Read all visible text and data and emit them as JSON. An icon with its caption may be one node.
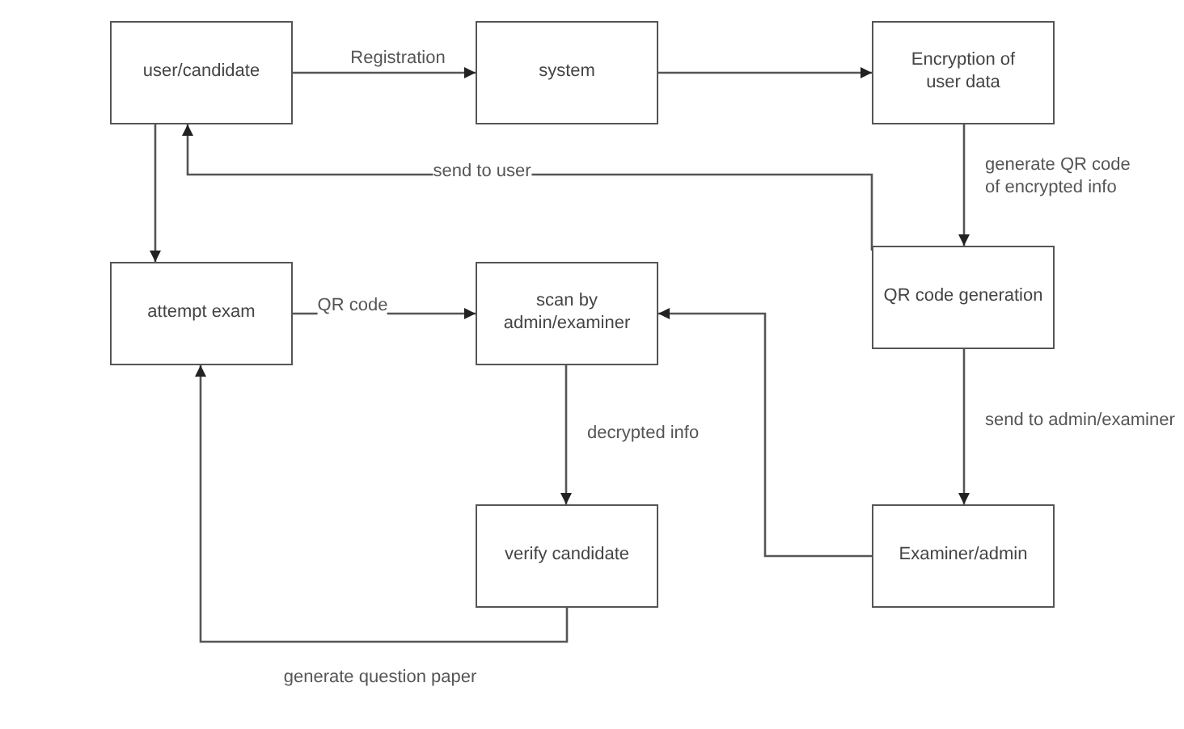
{
  "diagram": {
    "nodes": [
      {
        "text": [
          "user/candidate"
        ]
      },
      {
        "text": [
          "system"
        ]
      },
      {
        "text": [
          "Encryption of user data"
        ]
      },
      {
        "text": [
          "attempt exam"
        ]
      },
      {
        "text": [
          "scan by admin/examiner"
        ]
      },
      {
        "text": [
          "QR code generation"
        ]
      },
      {
        "text": [
          "verify candidate"
        ]
      },
      {
        "text": [
          "Examiner/admin"
        ]
      }
    ],
    "edges": [
      {
        "from": 0,
        "to": 1,
        "arrow": "to",
        "label": "Registration"
      },
      {
        "from": 1,
        "to": 2,
        "arrow": "to"
      },
      {
        "from": 2,
        "to": 5,
        "arrow": "to",
        "label": "generate QR code of encrypted info"
      },
      {
        "from": 5,
        "to": 0,
        "arrow": "to",
        "label": "send  to user"
      },
      {
        "from": 0,
        "to": 3,
        "arrow": "to"
      },
      {
        "from": 3,
        "to": 4,
        "arrow": "to",
        "label": "QR code"
      },
      {
        "from": 4,
        "to": 6,
        "arrow": "to",
        "label": "decrypted info"
      },
      {
        "from": 7,
        "to": 4,
        "arrow": "to"
      },
      {
        "from": 5,
        "to": 7,
        "arrow": "to",
        "label": "send to admin/examiner"
      },
      {
        "from": 6,
        "to": 3,
        "arrow": "to",
        "label": "generate question paper"
      }
    ]
  }
}
